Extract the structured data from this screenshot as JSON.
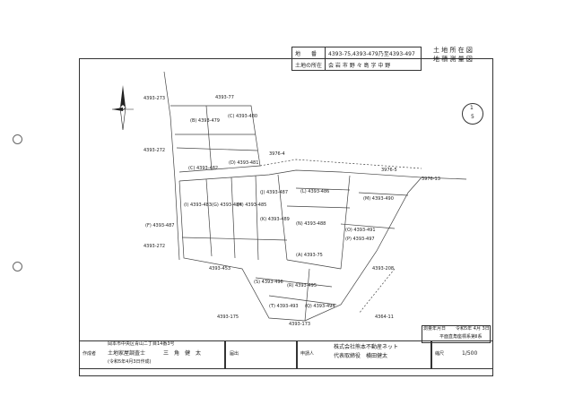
{
  "header": {
    "title_line1": "土 地 所 在 図",
    "title_line2": "地 積 測 量 図",
    "lot_label": "地　　番",
    "lot_value": "4393-75,4393-479乃至4393-497",
    "location_label": "土地の所在",
    "location_value": "会 岩 市 野 々 島 字 中 野"
  },
  "sheet_badge": {
    "number": "1",
    "total": "5"
  },
  "parcels": [
    {
      "label": "4393-273",
      "key": "l273"
    },
    {
      "label": "4393-77",
      "key": "l77"
    },
    {
      "label": "(B) 4393-479",
      "key": "l479"
    },
    {
      "label": "(C) 4393-480",
      "key": "l480"
    },
    {
      "label": "4393-272",
      "key": "l272a"
    },
    {
      "label": "(C) 4393-482",
      "key": "l482"
    },
    {
      "label": "(D) 4393-481",
      "key": "l481"
    },
    {
      "label": "3976-4",
      "key": "l3976_4"
    },
    {
      "label": "3976-5",
      "key": "l3976_5"
    },
    {
      "label": "3976-13",
      "key": "l3976_13"
    },
    {
      "label": "(J) 4393-487",
      "key": "l487"
    },
    {
      "label": "(L) 4393-486",
      "key": "l486"
    },
    {
      "label": "(M) 4393-490",
      "key": "l490"
    },
    {
      "label": "(I) 4393-483",
      "key": "l483"
    },
    {
      "label": "(G) 4393-484",
      "key": "l484"
    },
    {
      "label": "(H) 4393-485",
      "key": "l485"
    },
    {
      "label": "(N) 4393-488",
      "key": "l488"
    },
    {
      "label": "(O) 4393-491",
      "key": "l491"
    },
    {
      "label": "(F) 4393-487",
      "key": "l487b"
    },
    {
      "label": "(K) 4393-489",
      "key": "l489"
    },
    {
      "label": "(P) 4393-497",
      "key": "l497"
    },
    {
      "label": "4393-272",
      "key": "l272b"
    },
    {
      "label": "(A) 4393-75",
      "key": "l75"
    },
    {
      "label": "4393-453",
      "key": "l453"
    },
    {
      "label": "4393-208",
      "key": "l208"
    },
    {
      "label": "(S) 4393-496",
      "key": "l496"
    },
    {
      "label": "(R) 4393-495",
      "key": "l495"
    },
    {
      "label": "(Q) 4393-494",
      "key": "l494"
    },
    {
      "label": "(T) 4393-493",
      "key": "l493"
    },
    {
      "label": "4393-175",
      "key": "l175"
    },
    {
      "label": "4393-173",
      "key": "l173"
    },
    {
      "label": "4364-11",
      "key": "l4364"
    }
  ],
  "footer": {
    "address": "岡本市中央区青山ニ丁目14番3号",
    "surveyor_title": "土地家屋調査士",
    "surveyor_name": "三　角　健　太",
    "created_note": "(令和5年4月3日作成)",
    "creator_label": "作成者",
    "seal_label": "届出",
    "applicant_label": "申請人",
    "company": "株式会社熊本不動産ネット",
    "representative": "代表取締役　横田健太",
    "scale_label": "縮尺",
    "scale_value": "1/500",
    "stamp_line1": "測量年月日",
    "stamp_line2": "令和5年 4月 3日",
    "stamp_line3": "平面直角座標系第Ⅱ系"
  },
  "compass": {
    "north": "N"
  }
}
